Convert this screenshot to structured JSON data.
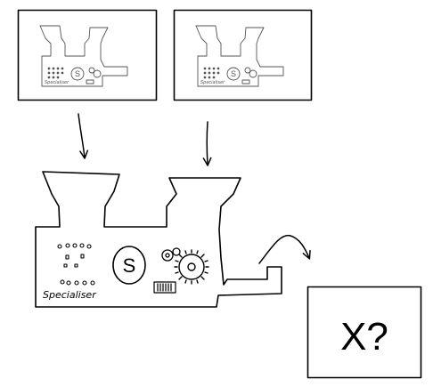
{
  "diagram": {
    "machine": {
      "label": "Specialiser",
      "emblem": "S",
      "icons": [
        "gear-icon",
        "small-gear-icon",
        "grille-icon",
        "button-dots"
      ]
    },
    "input_boxes": [
      {
        "mini_label": "Specialiser"
      },
      {
        "mini_label": "Specialiser"
      }
    ],
    "output": {
      "text": "X?"
    }
  }
}
